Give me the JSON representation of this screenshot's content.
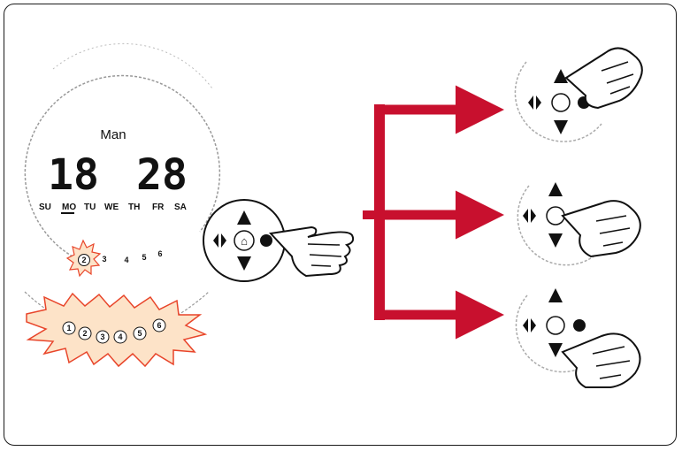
{
  "display": {
    "user": "Man",
    "hour": "18",
    "minute": "28",
    "days": [
      "SU",
      "MO",
      "TU",
      "WE",
      "TH",
      "FR",
      "SA"
    ],
    "selected_day": "MO",
    "programs": [
      "2",
      "3",
      "4",
      "5",
      "6"
    ],
    "flash_programs": [
      "1",
      "2",
      "3",
      "4",
      "5",
      "6"
    ]
  },
  "remote": {
    "center_symbol": "⌂"
  },
  "outcomes": [
    {
      "pressed_button": "up-arrow"
    },
    {
      "pressed_button": "center"
    },
    {
      "pressed_button": "down-arrow"
    }
  ],
  "colors": {
    "arrow": "#c8102e",
    "burst": "#e8452a",
    "outline": "#111111"
  }
}
